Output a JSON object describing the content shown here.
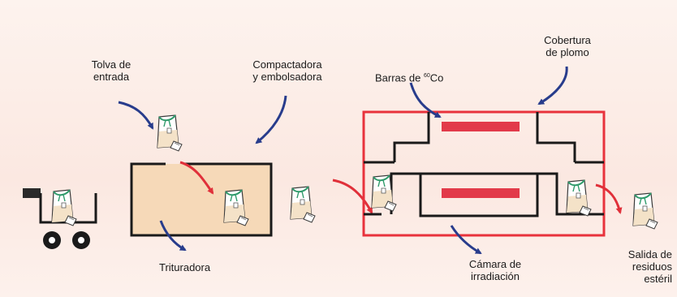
{
  "labels": {
    "tolva": "Tolva de\nentrada",
    "compactadora": "Compactadora\ny embolsadora",
    "barras_prefix": "Barras de ",
    "barras_sup": "60",
    "barras_suffix": "Co",
    "cobertura": "Cobertura\nde plomo",
    "trituradora": "Trituradora",
    "camara": "Cámara de\nirradiación",
    "salida": "Salida de\nresiduos\nestéril"
  },
  "colors": {
    "background": "#fbe8e1",
    "compactor_fill": "#f6d9b8",
    "lead_cover": "#e8323c",
    "cobalt_bar": "#e23a4a",
    "red_arrow": "#e0303a",
    "blue_arrow": "#283c8c",
    "outline": "#1a1a1a"
  },
  "icons": [
    "waste-bag-icon",
    "cart-icon",
    "curved-arrow-icon"
  ]
}
